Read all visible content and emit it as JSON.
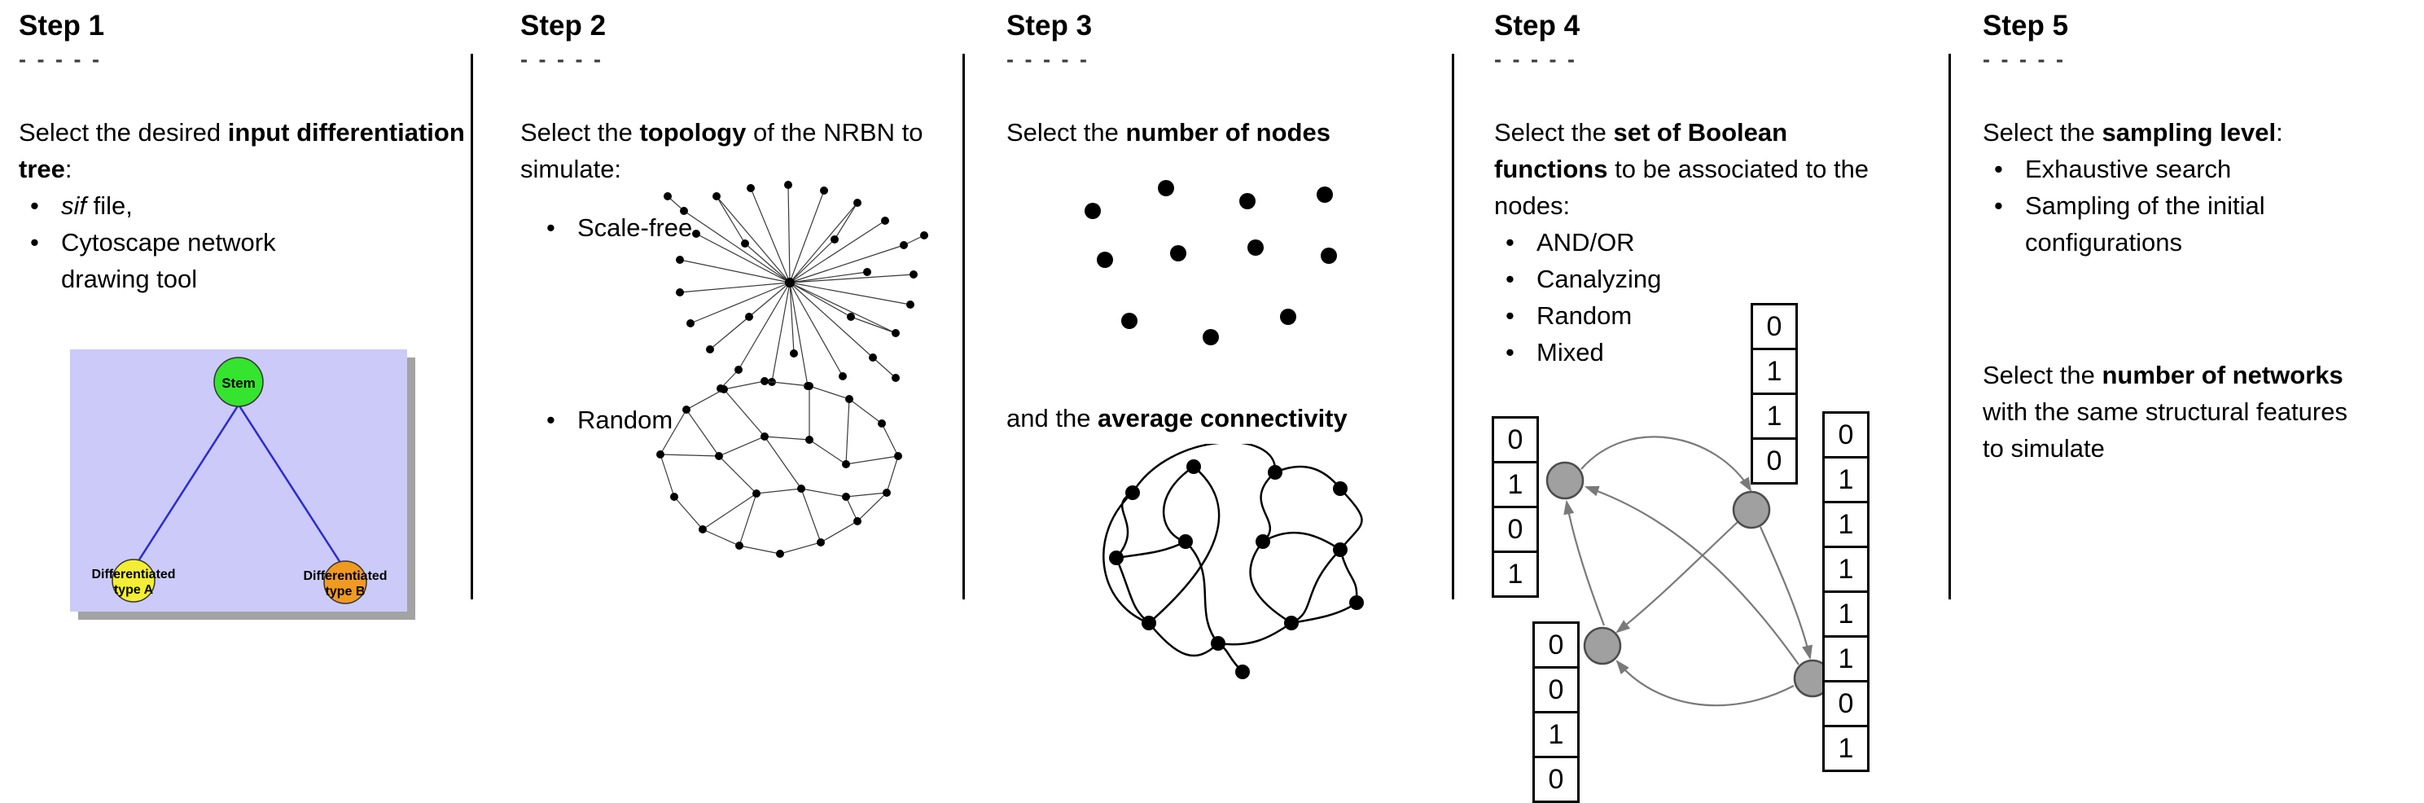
{
  "ui": {
    "bullet": "•"
  },
  "s1": {
    "heading": "Step 1",
    "dashes": "- - - - -",
    "p_pre": "Select the desired ",
    "p_bold": "input differentiation tree",
    "p_post": ":",
    "b1_italic": "sif",
    "b1_rest": " file,",
    "b2": "Cytoscape network drawing tool",
    "tree": {
      "root": "Stem",
      "leaf_a1": "Differentiated",
      "leaf_a2": "type A",
      "leaf_b1": "Differentiated",
      "leaf_b2": "type B"
    }
  },
  "s2": {
    "heading": "Step 2",
    "dashes": "- - - - -",
    "p_pre": "Select the ",
    "p_bold": "topology",
    "p_post": " of the NRBN to simulate:",
    "b1": "Scale-free",
    "b2": "Random"
  },
  "s3": {
    "heading": "Step 3",
    "dashes": "- - - - -",
    "p1_pre": "Select the ",
    "p1_bold": "number of nodes",
    "p2_pre": "and the ",
    "p2_bold": "average connectivity"
  },
  "s4": {
    "heading": "Step 4",
    "dashes": "- - - - -",
    "p_pre": "Select the ",
    "p_bold": "set of Boolean functions",
    "p_post": " to be associated to the nodes:",
    "b1": "AND/OR",
    "b2": "Canalyzing",
    "b3": "Random",
    "b4": "Mixed",
    "tables": {
      "left": [
        "0",
        "1",
        "0",
        "1"
      ],
      "top": [
        "0",
        "1",
        "1",
        "0"
      ],
      "right": [
        "0",
        "1",
        "1",
        "1",
        "1",
        "1",
        "0",
        "1"
      ],
      "bottom": [
        "0",
        "0",
        "1",
        "0"
      ]
    }
  },
  "s5": {
    "heading": "Step 5",
    "dashes": "- - - - -",
    "p1_pre": "Select the ",
    "p1_bold": "sampling level",
    "p1_post": ":",
    "b1": "Exhaustive search",
    "b2": "Sampling of the initial configurations",
    "p2_pre": "Select the ",
    "p2_bold": "number of networks",
    "p2_post": " with the same structural features to simulate"
  }
}
